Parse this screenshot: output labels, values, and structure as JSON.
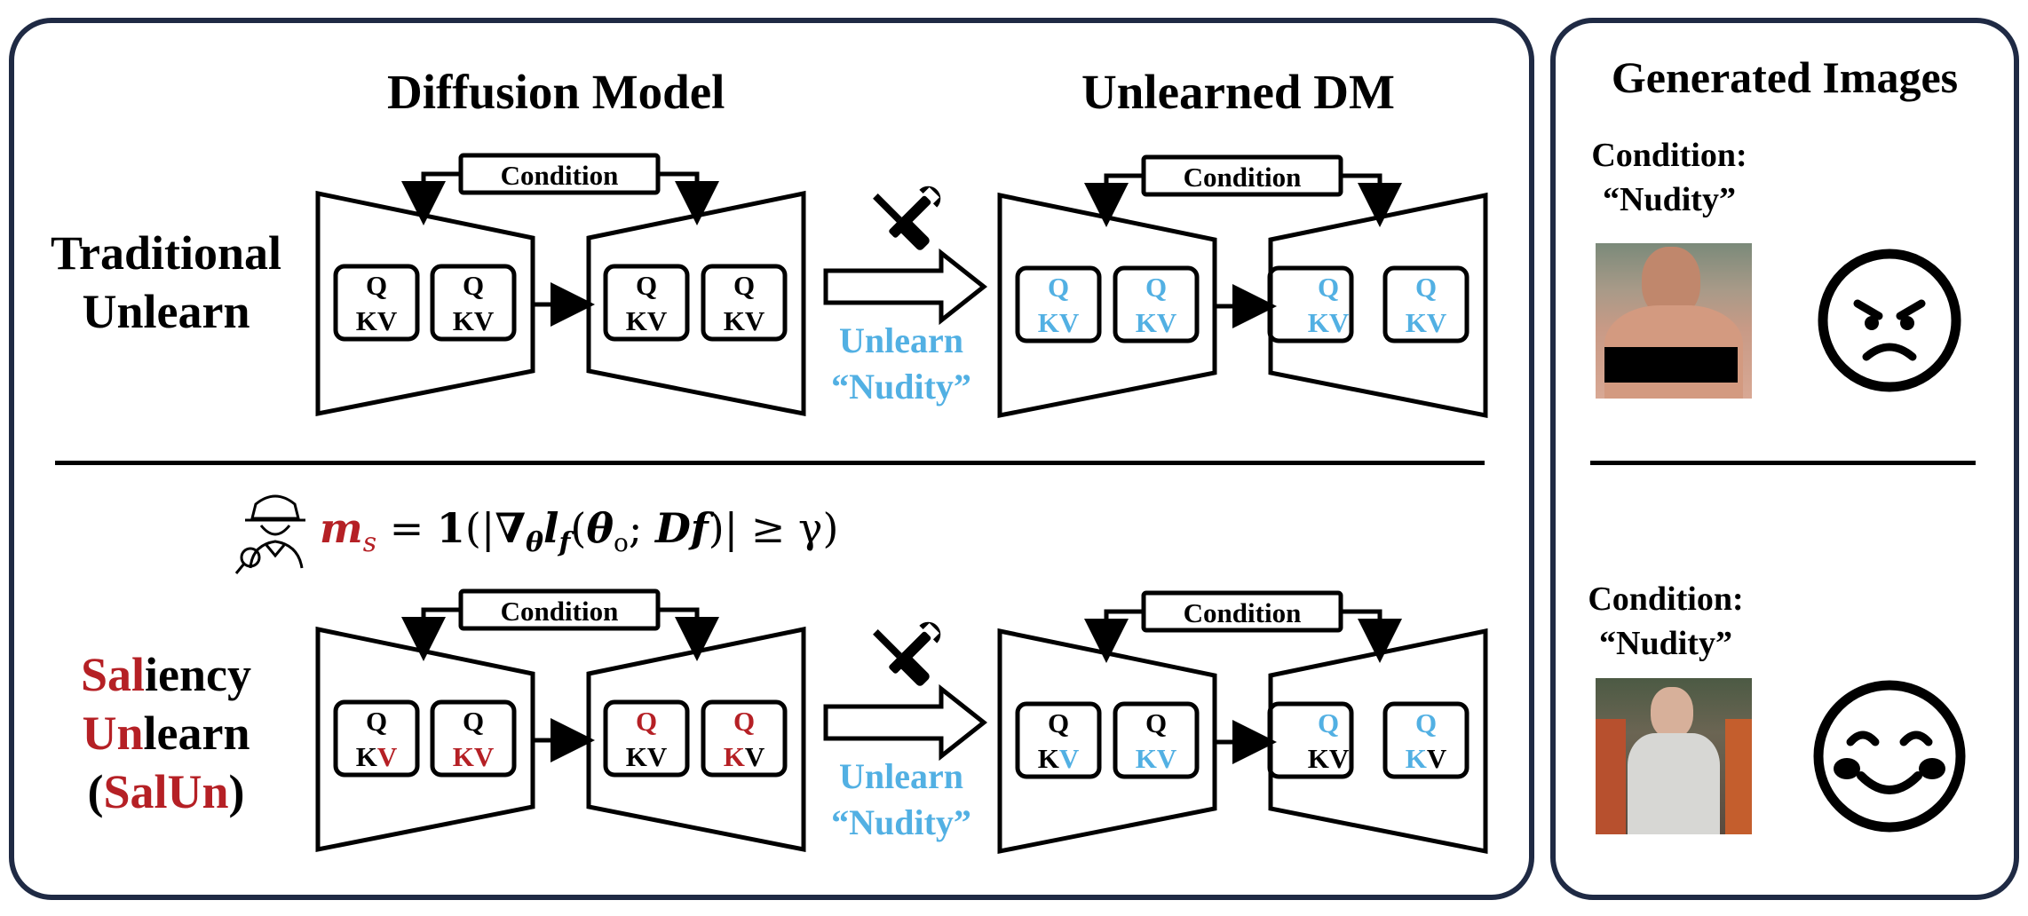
{
  "left_panel": {
    "title_original": "Diffusion Model",
    "title_unlearned": "Unlearned DM",
    "top_row": {
      "label_line1": "Traditional",
      "label_line2": "Unlearn",
      "tool_label_line1": "Unlearn",
      "tool_label_line2": "“Nudity”"
    },
    "bottom_row": {
      "label_line1_red": "Sal",
      "label_line1_rest": "iency",
      "label_line2_red": "Un",
      "label_line2_rest": "learn",
      "label_line3_open": "(",
      "label_line3_red": "SalUn",
      "label_line3_close": ")",
      "tool_label_line1": "Unlearn",
      "tool_label_line2": "“Nudity”"
    },
    "condition_label": "Condition",
    "q_label": "Q",
    "kv_label": "KV",
    "k_label": "K",
    "v_label": "V",
    "formula": {
      "m": "m",
      "sub_s": "s",
      "equals": " = ",
      "one": "1",
      "open": "(|",
      "nabla": "∇",
      "theta_sub": "θ",
      "l": "l",
      "f_sub": "f",
      "paren_open": "(",
      "theta": "θ",
      "theta_o": "o",
      "semi": "; ",
      "df": "Df",
      "paren_close": ")",
      "rest": "| ≥ γ)"
    }
  },
  "right_panel": {
    "title": "Generated Images",
    "top": {
      "condition_line1": "Condition:",
      "condition_line2": "“Nudity”",
      "emoji": "angry-face"
    },
    "bottom": {
      "condition_line1": "Condition:",
      "condition_line2": "“Nudity”",
      "emoji": "smiling-face"
    }
  },
  "colors": {
    "frame": "#1f2a44",
    "red": "#b52025",
    "blue": "#52b0e3"
  }
}
